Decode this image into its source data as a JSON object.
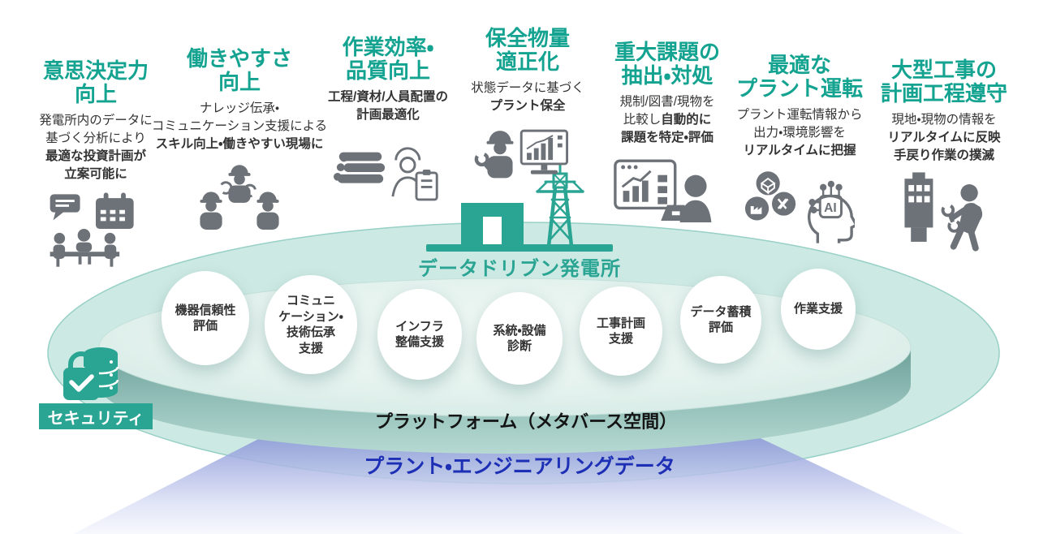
{
  "colors": {
    "accent_teal": "#2aa493",
    "heading_teal": "#14a390",
    "icon_gray": "#6d7278",
    "text_dark": "#333333",
    "data_blue": "#1d2fb5",
    "platform_mint": "#cde9e3"
  },
  "benefits": [
    {
      "icon": "meeting-calendar-icon",
      "title": "意思決定力\n向上",
      "desc": [
        [
          {
            "text": "発電所内のデータに",
            "bold": false
          }
        ],
        [
          {
            "text": "基づく分析により",
            "bold": false
          }
        ],
        [
          {
            "text": "最適な投資計画が",
            "bold": true
          }
        ],
        [
          {
            "text": "立案可能に",
            "bold": true
          }
        ]
      ]
    },
    {
      "icon": "workers-team-icon",
      "title": "働きやすさ\n向上",
      "desc": [
        [
          {
            "text": "ナレッジ伝承・",
            "bold": false
          }
        ],
        [
          {
            "text": "コミュニケーション支援による",
            "bold": false
          }
        ],
        [
          {
            "text": "スキル向上・働きやすい現場に",
            "bold": true
          }
        ]
      ]
    },
    {
      "icon": "materials-planning-icon",
      "title": "作業効率・\n品質向上",
      "desc": [
        [
          {
            "text": "工程/資材/人員配置の",
            "bold": true
          }
        ],
        [
          {
            "text": "計画最適化",
            "bold": true
          }
        ]
      ]
    },
    {
      "icon": "maintenance-monitor-icon",
      "title": "保全物量\n適正化",
      "desc": [
        [
          {
            "text": "状態データに基づく",
            "bold": false
          }
        ],
        [
          {
            "text": "プラント保全",
            "bold": true
          }
        ]
      ]
    },
    {
      "icon": "issue-analysis-icon",
      "title": "重大課題の\n抽出・対処",
      "desc": [
        [
          {
            "text": "規制/図書/現物を",
            "bold": false
          }
        ],
        [
          {
            "text": "比較し",
            "bold": false
          },
          {
            "text": "自動的に",
            "bold": true
          }
        ],
        [
          {
            "text": "課題を特定・評価",
            "bold": true
          }
        ]
      ]
    },
    {
      "icon": "ai-operation-icon",
      "title": "最適な\nプラント運転",
      "desc": [
        [
          {
            "text": "プラント運転情報から",
            "bold": false
          }
        ],
        [
          {
            "text": "出力・環境影響を",
            "bold": false
          }
        ],
        [
          {
            "text": "リアルタイムに把握",
            "bold": true
          }
        ]
      ]
    },
    {
      "icon": "construction-work-icon",
      "title": "大型工事の\n計画工程遵守",
      "desc": [
        [
          {
            "text": "現地・現物の情報を",
            "bold": false
          }
        ],
        [
          {
            "text": "リアルタイムに反映",
            "bold": true
          }
        ],
        [
          {
            "text": "手戻り作業の撲滅",
            "bold": true
          }
        ]
      ]
    }
  ],
  "plant": {
    "label": "データドリブン発電所"
  },
  "platform": {
    "label": "プラットフォーム（メタバース空間）",
    "circles": [
      "機器信頼性\n評価",
      "コミュニ\nケーション・\n技術伝承\n支援",
      "インフラ\n整備支援",
      "系統・設備\n診断",
      "工事計画\n支援",
      "データ蓄積\n評価",
      "作業支援"
    ]
  },
  "data_layer": {
    "label": "プラント・エンジニアリングデータ"
  },
  "security": {
    "label": "セキュリティ"
  }
}
